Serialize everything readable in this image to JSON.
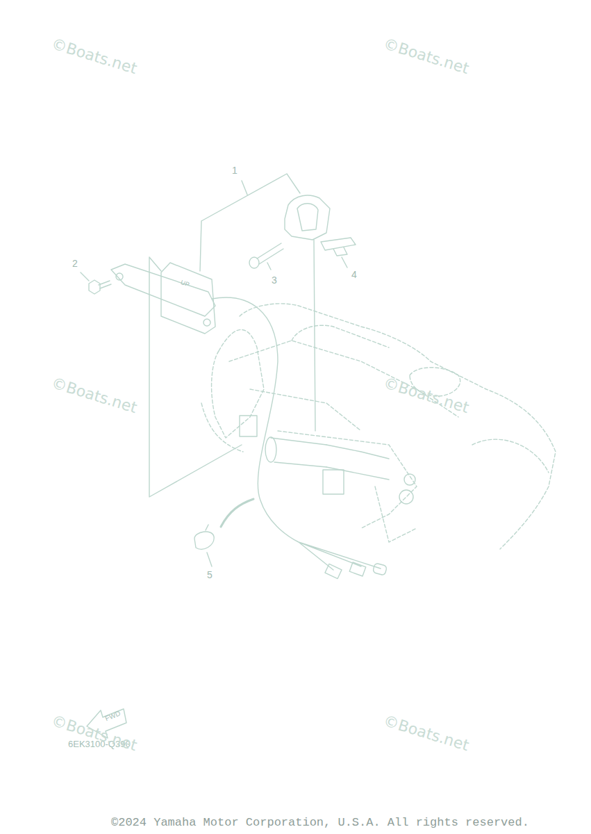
{
  "diagram": {
    "labels": [
      "1",
      "2",
      "3",
      "4",
      "5",
      "UP",
      "FWD",
      "6EK3100-Q390",
      "©Boats.net",
      "©Boats.net",
      "©Boats.net",
      "©Boats.net",
      "©Boats.net",
      "©Boats.net",
      "©2024 Yamaha Motor Corporation, U.S.A. All rights reserved."
    ]
  }
}
